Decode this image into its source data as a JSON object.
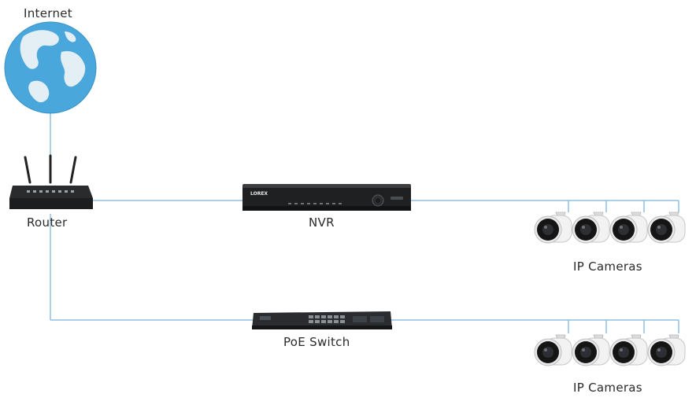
{
  "labels": {
    "internet": "Internet",
    "router": "Router",
    "nvr": "NVR",
    "poe_switch": "PoE Switch",
    "cameras_top": "IP Cameras",
    "cameras_bottom": "IP Cameras"
  },
  "nvr_brand": "LOREX",
  "colors": {
    "connector_line": "#8fbfe0",
    "globe_ocean": "#4aa7dc",
    "globe_land": "#e4eef5",
    "device_dark": "#1f2022",
    "camera_white": "#f2f2f2"
  }
}
